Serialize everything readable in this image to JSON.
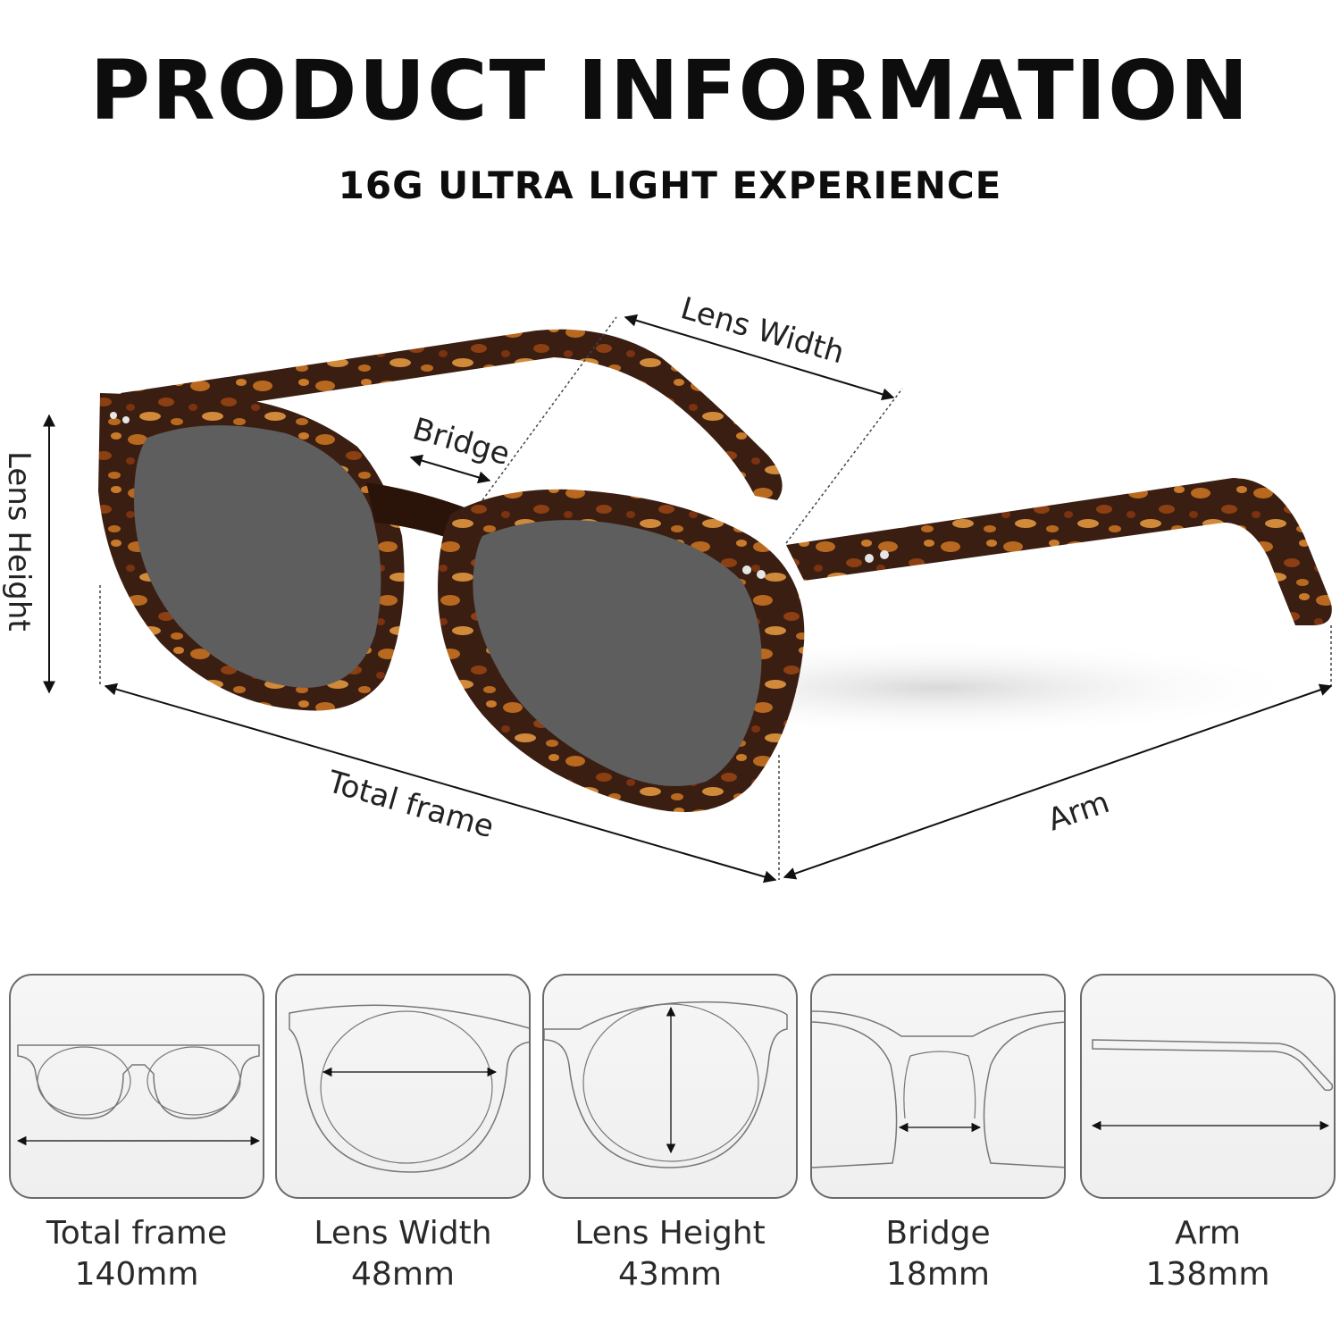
{
  "header": {
    "title": "PRODUCT INFORMATION",
    "subtitle": "16G ULTRA LIGHT EXPERIENCE"
  },
  "hero_labels": {
    "lens_width": "Lens Width",
    "bridge": "Bridge",
    "lens_height": "Lens Height",
    "total_frame": "Total frame",
    "arm": "Arm"
  },
  "specs": [
    {
      "name": "Total frame",
      "value": "140mm"
    },
    {
      "name": "Lens Width",
      "value": "48mm"
    },
    {
      "name": "Lens Height",
      "value": "43mm"
    },
    {
      "name": "Bridge",
      "value": "18mm"
    },
    {
      "name": "Arm",
      "value": "138mm"
    }
  ],
  "colors": {
    "frame": "#3a1e12",
    "tortoise_spot": "#b8691f",
    "lens": "#5c5c5c",
    "outline": "#777777"
  }
}
